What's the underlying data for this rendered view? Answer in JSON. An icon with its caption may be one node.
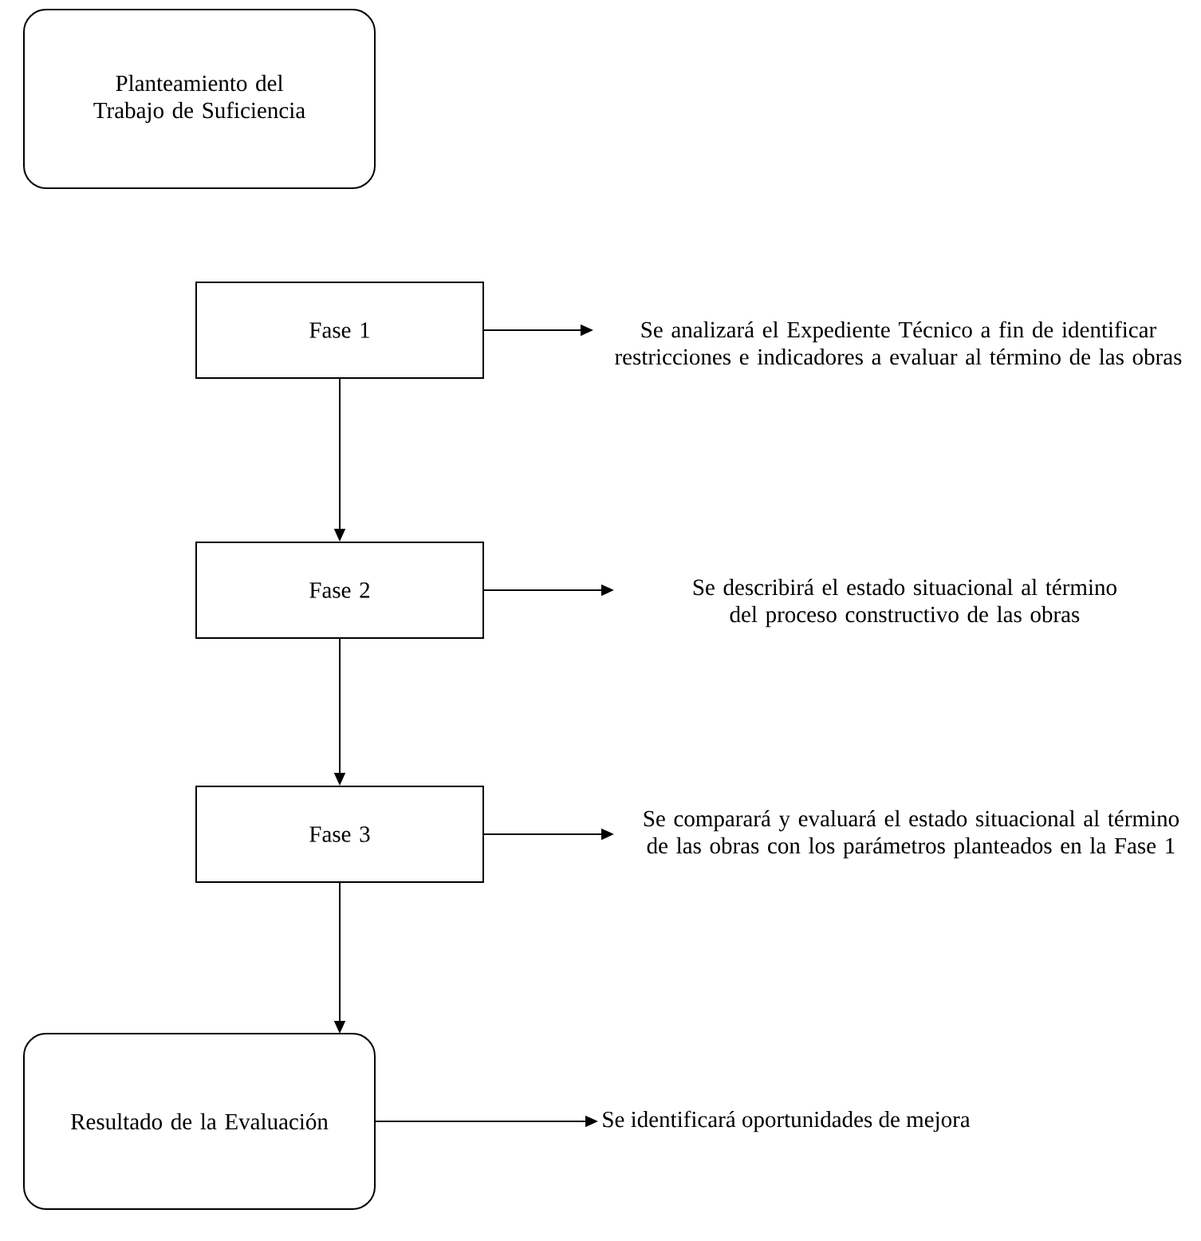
{
  "diagram": {
    "nodes": [
      {
        "text": [
          "Planteamiento del Trabajo de Suficiencia"
        ]
      },
      {
        "text": [
          "Fase 1"
        ]
      },
      {
        "text": [
          "Se analizará el Expediente Técnico a fin de identificar restricciones e indicadores a evaluar al término de las obras"
        ]
      },
      {
        "text": [
          "Fase 2"
        ]
      },
      {
        "text": [
          "Se describirá el estado situacional al término del proceso constructivo de las obras"
        ]
      },
      {
        "text": [
          "Fase 3"
        ]
      },
      {
        "text": [
          "Se comparará y evaluará el estado situacional al término de las obras con los parámetros planteados en la Fase 1"
        ]
      },
      {
        "text": [
          "Resultado de la Evaluación"
        ]
      },
      {
        "text": [
          "Se identificará oportunidades de mejora"
        ]
      }
    ],
    "edges": [
      {
        "from": 1,
        "to": 2,
        "arrow": "to"
      },
      {
        "from": 1,
        "to": 3,
        "arrow": "to"
      },
      {
        "from": 3,
        "to": 4,
        "arrow": "to"
      },
      {
        "from": 3,
        "to": 5,
        "arrow": "to"
      },
      {
        "from": 5,
        "to": 6,
        "arrow": "to"
      },
      {
        "from": 5,
        "to": 7,
        "arrow": "to"
      },
      {
        "from": 7,
        "to": 8,
        "arrow": "to"
      }
    ]
  }
}
